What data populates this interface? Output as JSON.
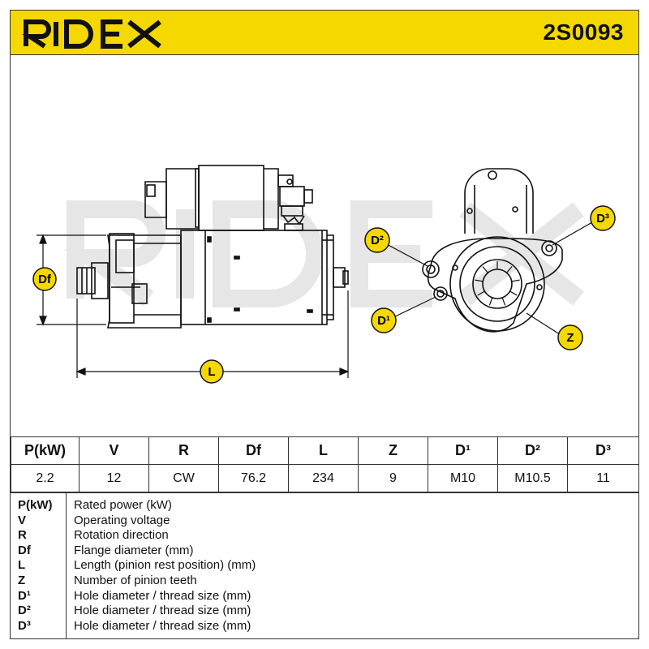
{
  "header": {
    "brand": "RIDEX",
    "part_number": "2S0093",
    "accent_color": "#f5d800"
  },
  "drawing": {
    "watermark": "RIDEX",
    "callouts": {
      "df": "Df",
      "l": "L",
      "d1": "D¹",
      "d2": "D²",
      "d3": "D³",
      "z": "Z"
    }
  },
  "specs": {
    "headers": [
      "P(kW)",
      "V",
      "R",
      "Df",
      "L",
      "Z",
      "D¹",
      "D²",
      "D³"
    ],
    "values": [
      "2.2",
      "12",
      "CW",
      "76.2",
      "234",
      "9",
      "M10",
      "M10.5",
      "11"
    ]
  },
  "legend": [
    {
      "symbol": "P(kW)",
      "description": "Rated power (kW)"
    },
    {
      "symbol": "V",
      "description": "Operating voltage"
    },
    {
      "symbol": "R",
      "description": "Rotation direction"
    },
    {
      "symbol": "Df",
      "description": "Flange diameter (mm)"
    },
    {
      "symbol": "L",
      "description": "Length (pinion rest position) (mm)"
    },
    {
      "symbol": "Z",
      "description": "Number of pinion teeth"
    },
    {
      "symbol": "D¹",
      "description": "Hole diameter / thread size (mm)"
    },
    {
      "symbol": "D²",
      "description": "Hole diameter / thread size (mm)"
    },
    {
      "symbol": "D³",
      "description": "Hole diameter / thread size (mm)"
    }
  ]
}
